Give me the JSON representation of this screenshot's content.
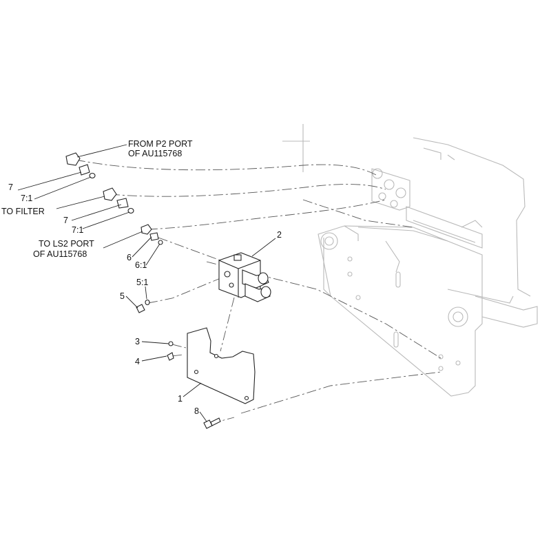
{
  "callouts": {
    "from_p2": [
      "FROM P2 PORT",
      "OF AU115768"
    ],
    "to_filter": "TO FILTER",
    "to_ls2": [
      "TO LS2 PORT",
      "OF AU115768"
    ]
  },
  "item_numbers": {
    "n7_top": "7",
    "n7_1_top": "7:1",
    "n7_mid": "7",
    "n7_1_mid": "7:1",
    "n6": "6",
    "n6_1": "6:1",
    "n2": "2",
    "n5_1": "5:1",
    "n5": "5",
    "n3": "3",
    "n4": "4",
    "n1": "1",
    "n8": "8"
  }
}
